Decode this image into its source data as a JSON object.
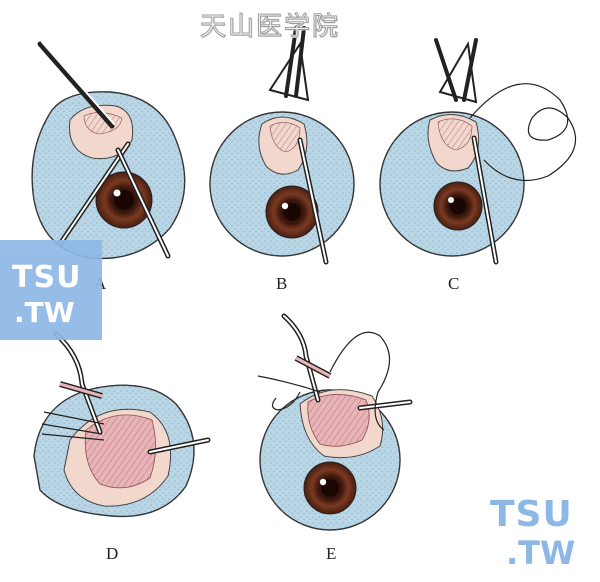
{
  "watermark": {
    "title": "天山医学院"
  },
  "panels": [
    {
      "id": "A",
      "label": "A"
    },
    {
      "id": "B",
      "label": "B"
    },
    {
      "id": "C",
      "label": "C"
    },
    {
      "id": "D",
      "label": "D"
    },
    {
      "id": "E",
      "label": "E"
    }
  ],
  "logo": {
    "line1": "TSU",
    "line2": ".TW"
  },
  "colors": {
    "eyeball": "#b9d6e6",
    "iris": "#6b2f1c",
    "muscle": "#e8b4b8",
    "tissue": "#f1d7cc",
    "logo": "#8db8e6"
  }
}
